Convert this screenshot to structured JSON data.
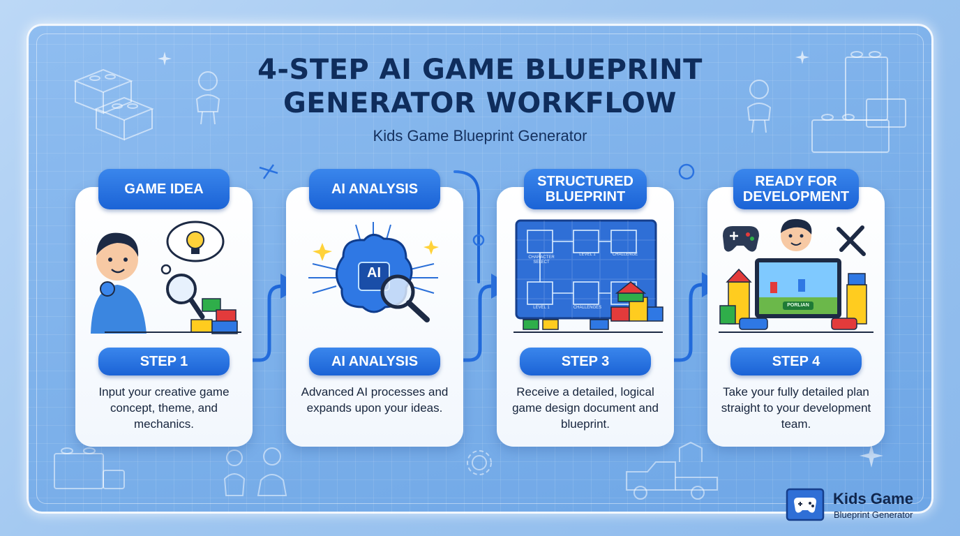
{
  "title_line1": "4-STEP AI GAME BLUEPRINT",
  "title_line2": "GENERATOR WORKFLOW",
  "subtitle": "Kids Game Blueprint Generator",
  "steps": [
    {
      "heading": "GAME IDEA",
      "step_label": "STEP 1",
      "description": "Input your creative game concept, theme, and mechanics.",
      "icon": "child-idea-icon"
    },
    {
      "heading": "AI ANALYSIS",
      "step_label": "AI ANALYSIS",
      "description": "Advanced AI processes and expands upon your ideas.",
      "icon": "ai-brain-icon",
      "chip_text": "AI"
    },
    {
      "heading": "STRUCTURED BLUEPRINT",
      "step_label": "STEP 3",
      "description": "Receive a detailed, logical game design document and blueprint.",
      "icon": "blueprint-icon",
      "blueprint_labels": [
        "CHARACTER SELECT",
        "LEVEL 1",
        "CHALLENGE",
        "LEVEL 1",
        "CHALLENGES"
      ]
    },
    {
      "heading": "READY FOR DEVELOPMENT",
      "step_label": "STEP 4",
      "description": "Take your fully detailed plan straight to your development team.",
      "icon": "dev-screen-icon",
      "screen_text": "PORLIAN"
    }
  ],
  "logo": {
    "title": "Kids Game",
    "subtitle": "Blueprint Generator",
    "icon": "gamepad-blueprint-icon"
  },
  "colors": {
    "accent": "#1b63d6",
    "title": "#0f2d5c",
    "background": "#8fbdf0"
  }
}
